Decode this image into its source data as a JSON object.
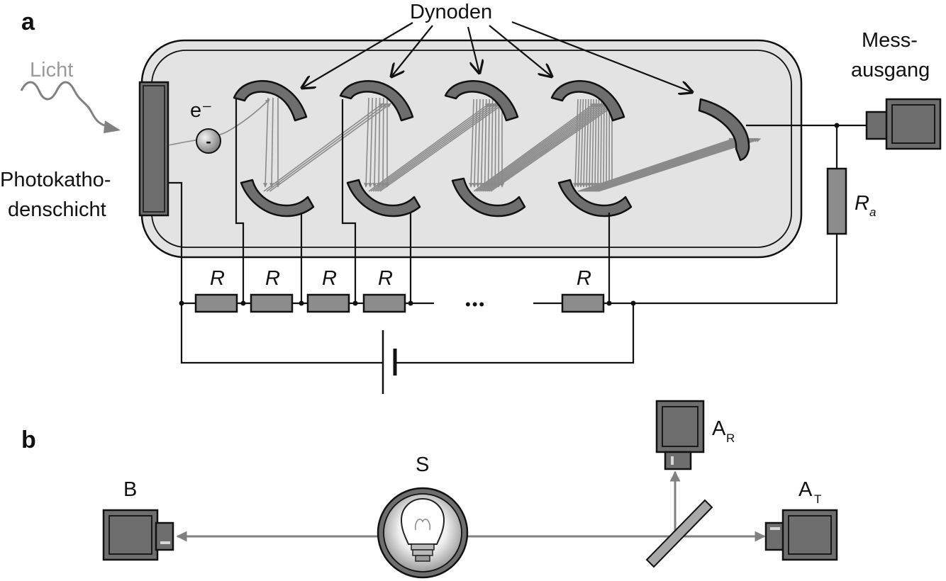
{
  "panel_a": {
    "label": "a",
    "dynodes_label": "Dynoden",
    "light_label": "Licht",
    "electron_label": "e⁻",
    "electron_symbol": "-",
    "photocathode_label_line1": "Photokatho-",
    "photocathode_label_line2": "denschicht",
    "output_label_line1": "Mess-",
    "output_label_line2": "ausgang",
    "resistor_label": "R",
    "load_resistor_label": "R",
    "load_resistor_subscript": "a",
    "ellipsis": "•••"
  },
  "panel_b": {
    "label": "b",
    "detector_b_label": "B",
    "source_label": "S",
    "detector_r_label": "A",
    "detector_r_subscript": "R",
    "detector_t_label": "A",
    "detector_t_subscript": "T"
  },
  "colors": {
    "tube_fill": "#e3e3e3",
    "component_fill": "#6e6e6e",
    "light_gray": "#9a9a9a",
    "line": "#111111"
  }
}
